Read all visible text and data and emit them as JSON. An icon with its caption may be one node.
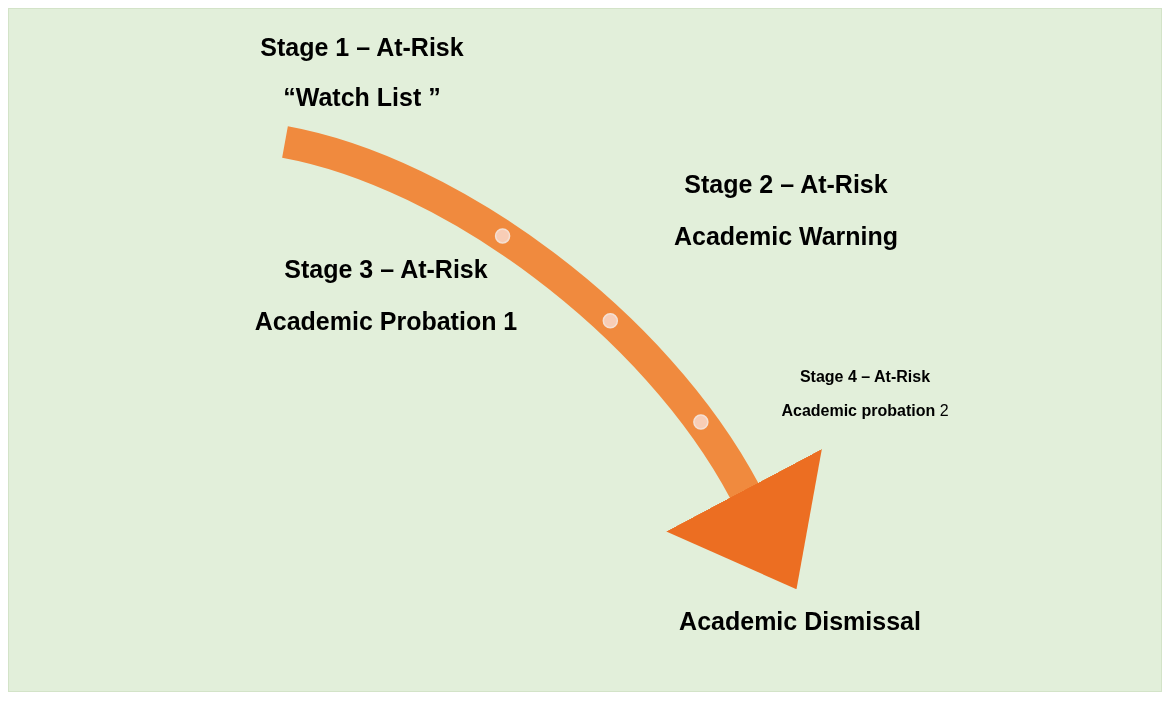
{
  "diagram": {
    "nodes": [
      {
        "text": [
          "Stage 1 – At-Risk",
          "“Watch List ”"
        ]
      },
      {
        "text": [
          "Stage 2 – At-Risk",
          "Academic Warning"
        ]
      },
      {
        "text": [
          "Stage 3 – At-Risk",
          "Academic Probation 1"
        ]
      },
      {
        "text": [
          "Stage 4 – At-Risk",
          "**Academic probation** 2"
        ]
      },
      {
        "text": [
          "Academic Dismissal"
        ]
      }
    ],
    "edges": [
      {
        "from": 0,
        "to": 4,
        "arrow": "to"
      }
    ]
  }
}
